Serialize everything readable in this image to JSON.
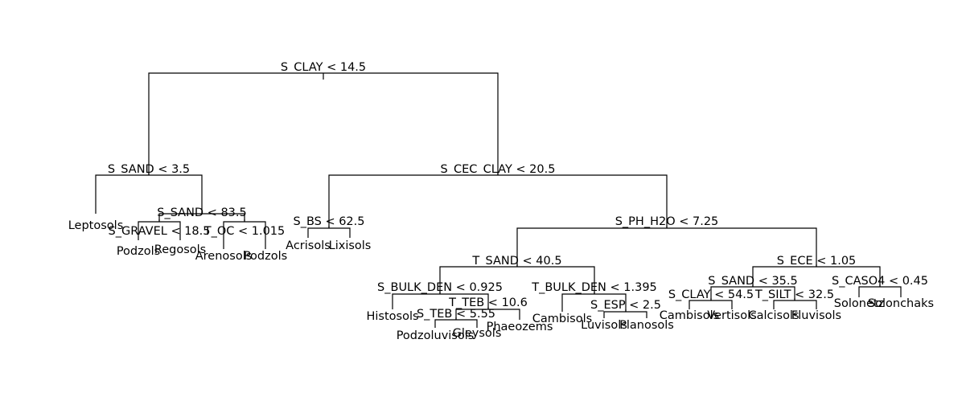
{
  "tree": {
    "nodes": {
      "n1": {
        "split": "S_CLAY < 14.5"
      },
      "n2": {
        "split": "S_SAND < 3.5"
      },
      "n3": {
        "split": "S_SAND < 83.5"
      },
      "n4": {
        "split": "S_GRAVEL < 18.5"
      },
      "n5": {
        "split": "T_OC < 1.015"
      },
      "n6": {
        "split": "S_CEC_CLAY < 20.5"
      },
      "n7": {
        "split": "S_BS < 62.5"
      },
      "n8": {
        "split": "S_PH_H2O < 7.25"
      },
      "n9": {
        "split": "T_SAND < 40.5"
      },
      "n10": {
        "split": "S_BULK_DEN < 0.925"
      },
      "n11": {
        "split": "T_TEB < 10.6"
      },
      "n12": {
        "split": "S_TEB < 5.55"
      },
      "n13": {
        "split": "T_BULK_DEN < 1.395"
      },
      "n14": {
        "split": "S_ESP < 2.5"
      },
      "n15": {
        "split": "S_ECE < 1.05"
      },
      "n16": {
        "split": "S_SAND < 35.5"
      },
      "n17": {
        "split": "S_CLAY < 54.5"
      },
      "n18": {
        "split": "T_SILT < 32.5"
      },
      "n19": {
        "split": "S_CASO4 < 0.45"
      }
    },
    "leaves": {
      "l1": "Leptosols",
      "l2": "Podzols",
      "l3": "Regosols",
      "l4": "Arenosols",
      "l5": "Podzols",
      "l6": "Acrisols",
      "l7": "Lixisols",
      "l8": "Histosols",
      "l9": "Podzoluvisols",
      "l10": "Gleysols",
      "l11": "Phaeozems",
      "l12": "Cambisols",
      "l13": "Luvisols",
      "l14": "Planosols",
      "l15": "Cambisols",
      "l16": "Vertisols",
      "l17": "Calcisols",
      "l18": "Fluvisols",
      "l19": "Solonetz",
      "l20": "Solonchaks"
    }
  }
}
